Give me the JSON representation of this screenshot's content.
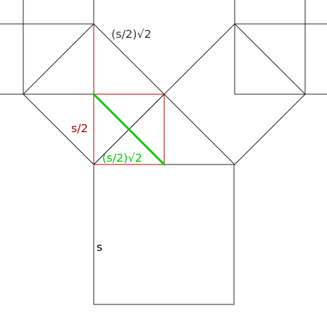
{
  "labels": {
    "hypotenuse_top": "(s/2)√2",
    "half_side": "s/2",
    "diagonal": "(s/2)√2",
    "side": "s"
  },
  "colors": {
    "outline": "#222222",
    "red": "#aa0000",
    "green": "#00cc00",
    "label_dark": "#333333",
    "label_black": "#000000",
    "background": "#ffffff"
  }
}
